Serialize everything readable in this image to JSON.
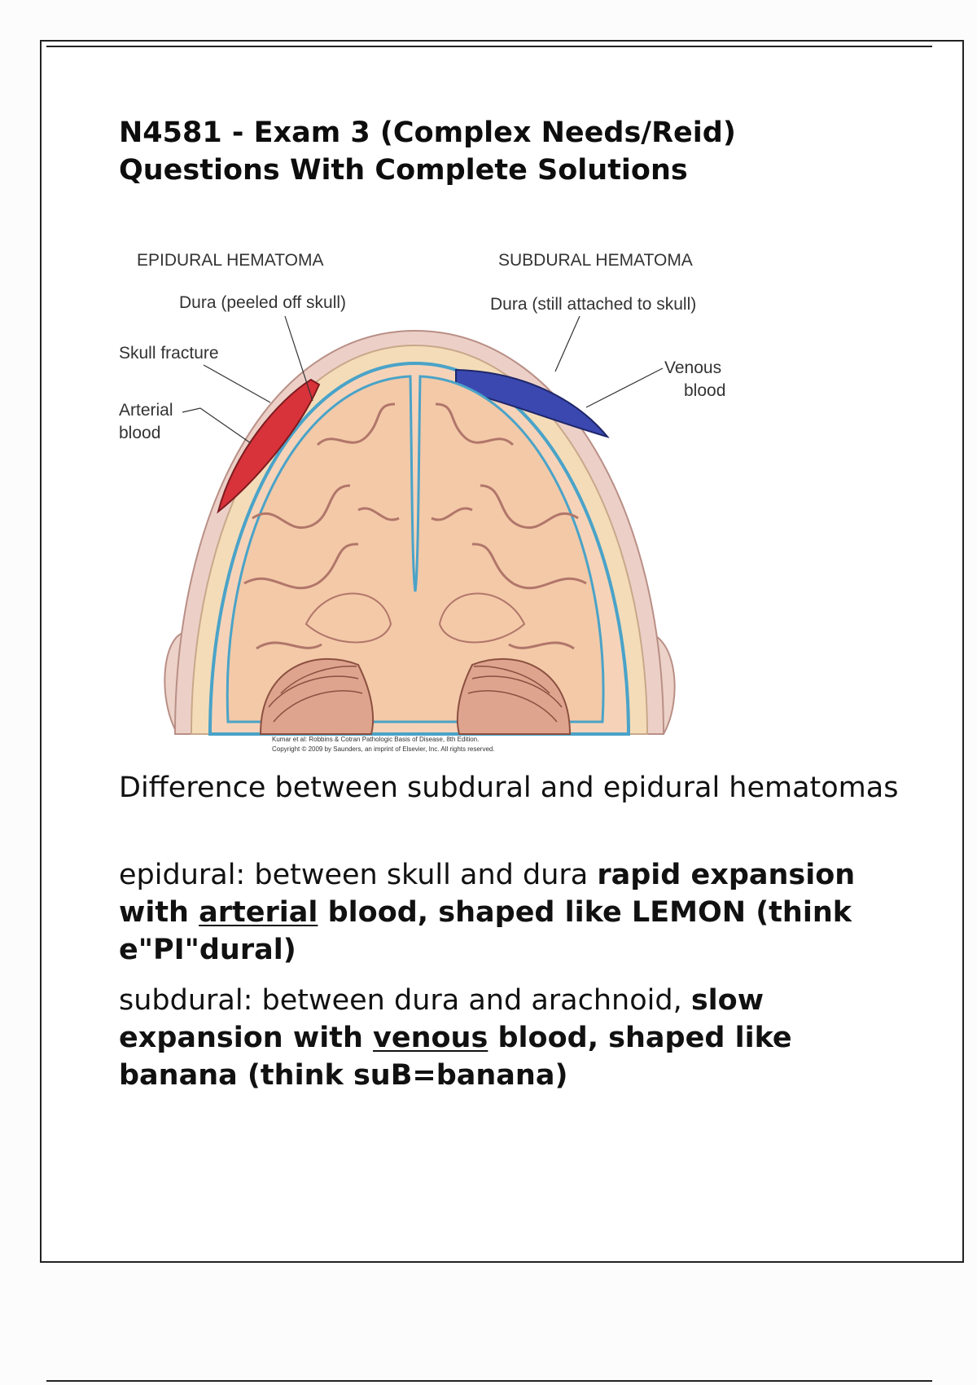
{
  "document": {
    "title": "N4581 - Exam 3 (Complex Needs/Reid) Questions With Complete Solutions"
  },
  "figure": {
    "heading_left": "EPIDURAL HEMATOMA",
    "heading_right": "SUBDURAL HEMATOMA",
    "label_dura_peeled": "Dura (peeled off skull)",
    "label_dura_attached": "Dura (still attached to skull)",
    "label_skull_fracture": "Skull fracture",
    "label_arterial_line1": "Arterial",
    "label_arterial_line2": "blood",
    "label_venous_line1": "Venous",
    "label_venous_line2": "blood",
    "credit_line1": "Kumar et al: Robbins & Cotran Pathologic Basis of Disease, 8th Edition.",
    "credit_line2": "Copyright © 2009 by Saunders, an imprint of Elsevier, Inc. All rights reserved.",
    "colors": {
      "arterial_blood": "#d8323a",
      "venous_blood": "#3a48b0",
      "brain": "#f3c9a8",
      "dura": "#4aa3c8",
      "skull": "#f4dcb8"
    }
  },
  "card": {
    "question": "Difference between subdural and epidural hematomas",
    "answer1": {
      "plain": "epidural: between skull and dura ",
      "bold1": "rapid expansion with ",
      "underlined": "arterial",
      "bold2": " blood, shaped like LEMON (think e\"PI\"dural)"
    },
    "answer2": {
      "plain": "subdural: between dura and arachnoid, ",
      "bold1": "slow expansion with ",
      "underlined": "venous",
      "bold2": " blood, shaped like banana (think suB=banana)"
    }
  }
}
